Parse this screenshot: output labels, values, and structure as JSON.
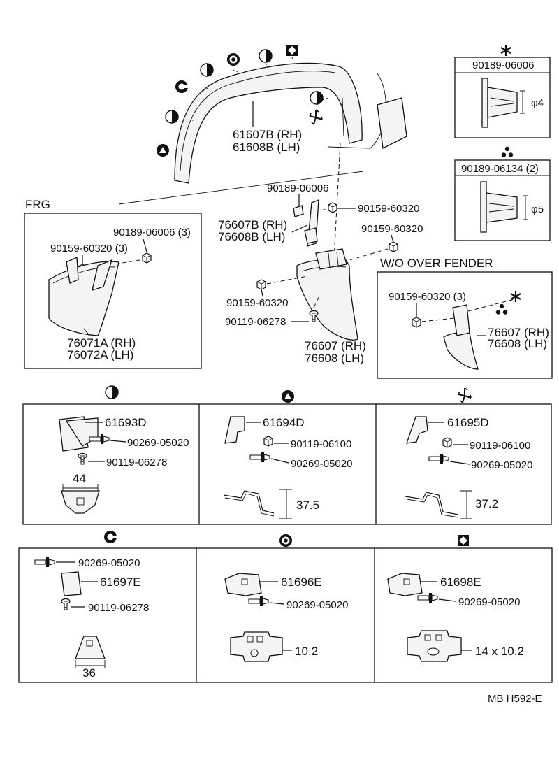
{
  "main": {
    "fender": {
      "rh": "61607B (RH)",
      "lh": "61608B (LH)"
    },
    "bracket_clip": "90189-06006",
    "bracket_bolt": "90159-60320",
    "bracket": {
      "rh": "76607B (RH)",
      "lh": "76608B (LH)"
    },
    "mudguard_bolt_upper": "90159-60320",
    "mudguard_bolt_lower": "90159-60320",
    "mudguard_screw": "90119-06278",
    "mudguard": {
      "rh": "76607 (RH)",
      "lh": "76608 (LH)"
    }
  },
  "frg": {
    "label": "FRG",
    "clip": "90189-06006 (3)",
    "bolt": "90159-60320 (3)",
    "mudguard": {
      "rh": "76071A (RH)",
      "lh": "76072A (LH)"
    }
  },
  "wo": {
    "label": "W/O OVER  FENDER",
    "bolt": "90159-60320 (3)",
    "mudguard": {
      "rh": "76607 (RH)",
      "lh": "76608 (LH)"
    }
  },
  "clip_star": {
    "part": "90189-06006",
    "dim": "φ4"
  },
  "clip_tri": {
    "part": "90189-06134 (2)",
    "dim": "φ5"
  },
  "detail1": {
    "bracket": "61693D",
    "clip": "90269-05020",
    "screw": "90119-06278",
    "dim": "44"
  },
  "detail2": {
    "bracket": "61694D",
    "bolt": "90119-06100",
    "clip": "90269-05020",
    "dim": "37.5"
  },
  "detail3": {
    "bracket": "61695D",
    "bolt": "90119-06100",
    "clip": "90269-05020",
    "dim": "37.2"
  },
  "detail4": {
    "clip": "90269-05020",
    "bracket": "61697E",
    "screw": "90119-06278",
    "dim": "36"
  },
  "detail5": {
    "bracket": "61696E",
    "clip": "90269-05020",
    "dim": "10.2"
  },
  "detail6": {
    "bracket": "61698E",
    "clip": "90269-05020",
    "dim": "14 x 10.2"
  },
  "footer": {
    "code": "MB  H592-E"
  }
}
